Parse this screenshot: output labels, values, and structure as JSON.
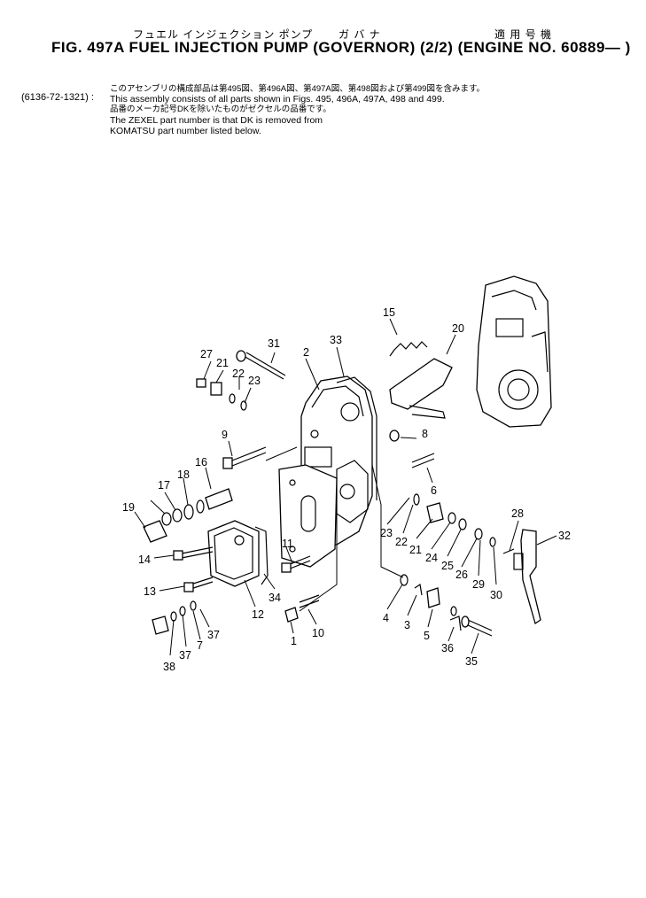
{
  "header": {
    "jp_title_1": "フュエル インジェクション ポンプ",
    "jp_title_2": "ガ バ ナ",
    "jp_title_3": "適 用 号 機",
    "title": "FIG. 497A  FUEL  INJECTION  PUMP  (GOVERNOR)  (2/2)  (ENGINE  NO. 60889— )"
  },
  "notes": {
    "part_number": "(6136-72-1321) :",
    "lines": [
      "このアセンブリの構成部品は第495図、第496A図、第497A図、第498図および第499図を含みます。",
      "This assembly consists of all parts shown in Figs. 495, 496A, 497A, 498 and 499.",
      "品番のメーカ記号DKを除いたものがゼクセルの品番です。",
      "The ZEXEL part number is that DK is removed from",
      "KOMATSU part number listed below."
    ]
  },
  "callouts": [
    "1",
    "2",
    "3",
    "4",
    "5",
    "6",
    "7",
    "8",
    "9",
    "10",
    "11",
    "12",
    "13",
    "14",
    "15",
    "16",
    "17",
    "18",
    "19",
    "20",
    "21",
    "22",
    "23",
    "24",
    "25",
    "26",
    "27",
    "28",
    "29",
    "30",
    "31",
    "32",
    "33",
    "34",
    "35",
    "36",
    "37",
    "38",
    "23",
    "22",
    "21",
    "37"
  ]
}
